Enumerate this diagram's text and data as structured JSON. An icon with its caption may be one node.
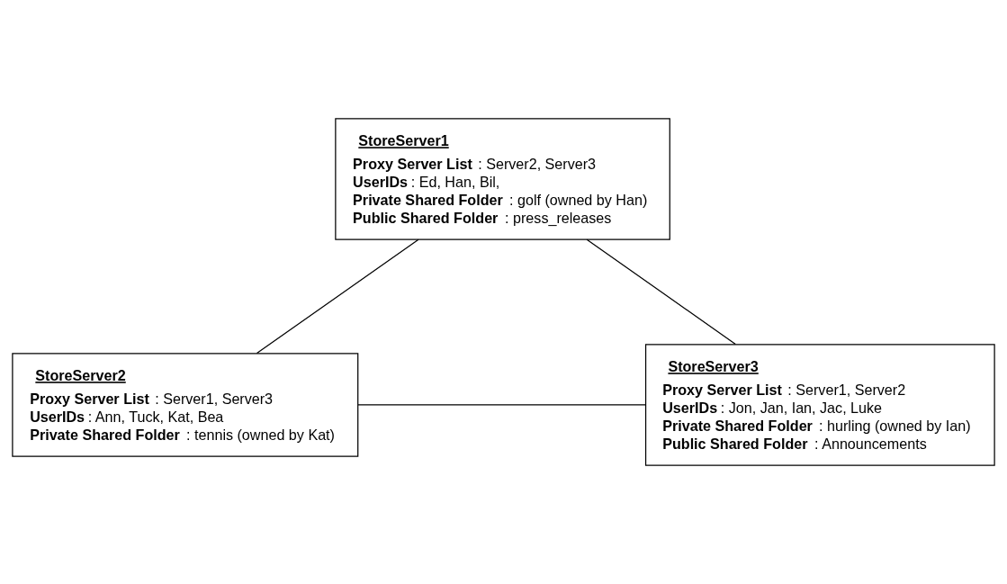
{
  "diagram": {
    "nodes": [
      {
        "text": [
          "StoreServer1",
          "**Proxy Server List**: Server2, Server3",
          "**UserIDs**: Ed, Han, Bil,",
          "**Private Shared Folder**: golf (owned by Han)",
          "**Public Shared Folder**: press_releases"
        ]
      },
      {
        "text": [
          "StoreServer2",
          "**Proxy Server List**: Server1, Server3",
          "**UserIDs**: Ann, Tuck, Kat, Bea",
          "**Private Shared Folder**: tennis (owned by Kat)"
        ]
      },
      {
        "text": [
          "StoreServer3",
          "**Proxy Server List**: Server1, Server2",
          "**UserIDs**: Jon, Jan, Ian, Jac, Luke",
          "**Private Shared Folder**: hurling (owned by Ian)",
          "**Public Shared Folder**: Announcements"
        ]
      }
    ],
    "edges": [
      {
        "from": 0,
        "to": 1,
        "arrow": "none"
      },
      {
        "from": 0,
        "to": 2,
        "arrow": "none"
      },
      {
        "from": 1,
        "to": 2,
        "arrow": "none"
      }
    ]
  }
}
